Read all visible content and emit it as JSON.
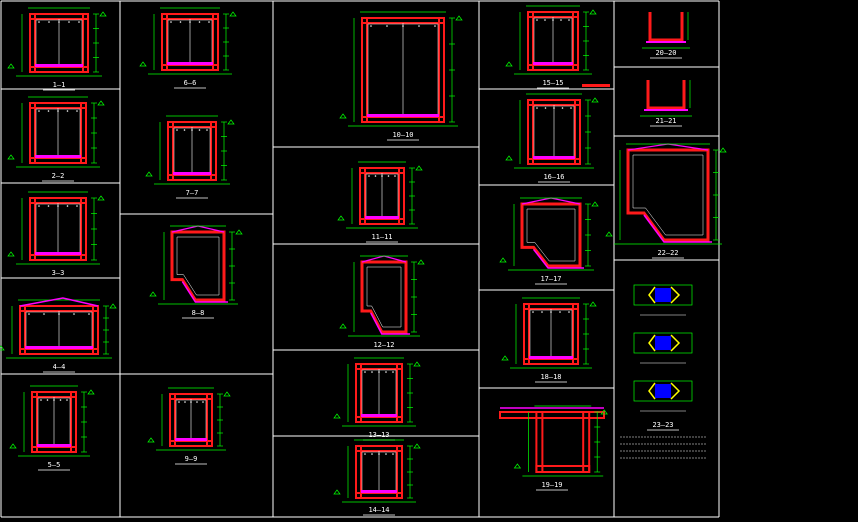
{
  "drawing": {
    "background": "#000000",
    "colors": {
      "frame": "#ffffff",
      "wall": "#ff1a1a",
      "rebar": "#ffffff",
      "dimension": "#00ff00",
      "slab": "#ff00ff",
      "text": "#ffffff",
      "detail_core": "#0000ff",
      "detail_hatch": "#ffff00"
    },
    "panels": [
      {
        "id": "p1",
        "caption": "1—1",
        "kind": "box"
      },
      {
        "id": "p2",
        "caption": "2—2",
        "kind": "box"
      },
      {
        "id": "p3",
        "caption": "3—3",
        "kind": "box"
      },
      {
        "id": "p4",
        "caption": "4—4",
        "kind": "roof"
      },
      {
        "id": "p5",
        "caption": "5—5",
        "kind": "box"
      },
      {
        "id": "p6",
        "caption": "6—6",
        "kind": "box"
      },
      {
        "id": "p7",
        "caption": "7—7",
        "kind": "box"
      },
      {
        "id": "p8",
        "caption": "8—8",
        "kind": "stepped"
      },
      {
        "id": "p9",
        "caption": "9—9",
        "kind": "box"
      },
      {
        "id": "p10",
        "caption": "10—10",
        "kind": "tall"
      },
      {
        "id": "p11",
        "caption": "11—11",
        "kind": "box"
      },
      {
        "id": "p12",
        "caption": "12—12",
        "kind": "stepped"
      },
      {
        "id": "p13",
        "caption": "13—13",
        "kind": "box"
      },
      {
        "id": "p14",
        "caption": "14—14",
        "kind": "box"
      },
      {
        "id": "p15",
        "caption": "15—15",
        "kind": "box"
      },
      {
        "id": "p16",
        "caption": "16—16",
        "kind": "box"
      },
      {
        "id": "p17",
        "caption": "17—17",
        "kind": "stepped"
      },
      {
        "id": "p18",
        "caption": "18—18",
        "kind": "box"
      },
      {
        "id": "p19",
        "caption": "19—19",
        "kind": "wide"
      },
      {
        "id": "p20",
        "caption": "20—20",
        "kind": "channel"
      },
      {
        "id": "p21",
        "caption": "21—21",
        "kind": "channel"
      },
      {
        "id": "p22",
        "caption": "22—22",
        "kind": "stepped"
      },
      {
        "id": "p23",
        "caption": "23—23",
        "kind": "detail"
      }
    ]
  }
}
